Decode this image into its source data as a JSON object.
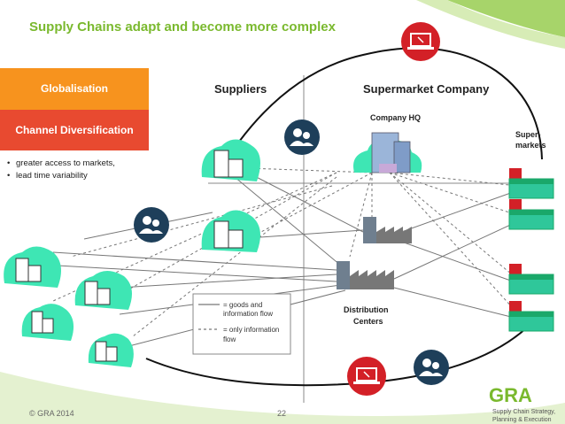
{
  "slide": {
    "title": "Supply Chains adapt and become more complex",
    "boxes": {
      "globalisation": "Globalisation",
      "channel": "Channel Diversification"
    },
    "bullets": [
      "greater access to markets,",
      "lead time variability"
    ],
    "footer": {
      "copyright": "© GRA 2014",
      "page_number": "22"
    }
  },
  "diagram": {
    "suppliers": "Suppliers",
    "supermarket_company": "Supermarket Company",
    "company_hq": "Company HQ",
    "supermarkets_line1": "Super-",
    "supermarkets_line2": "markets",
    "distribution_line1": "Distribution",
    "distribution_line2": "Centers",
    "legend": {
      "goods_line1": "= goods and",
      "goods_line2": "information flow",
      "info_line1": "= only information",
      "info_line2": "flow"
    }
  },
  "logo": {
    "name": "GRA",
    "tagline_line1": "Supply Chain Strategy,",
    "tagline_line2": "Planning & Execution"
  },
  "colors": {
    "title_green": "#7ab92e",
    "orange": "#f7931e",
    "red": "#e84a30",
    "navy": "#1e3f5a",
    "icon_red": "#d32027",
    "factory_teal": "#3ee6b4",
    "store_green": "#1aa86a"
  },
  "icons": [
    "people-icon",
    "laptop-icon",
    "factory-icon",
    "warehouse-icon",
    "building-icon",
    "store-icon"
  ]
}
